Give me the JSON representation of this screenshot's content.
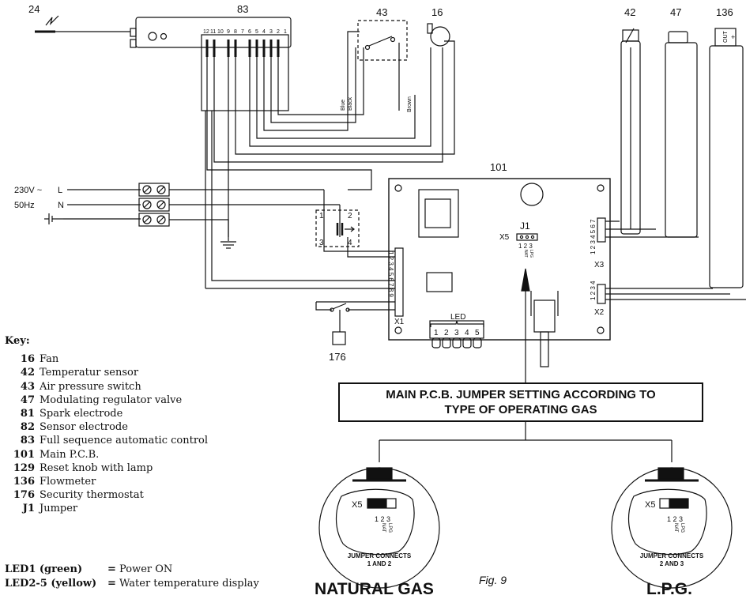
{
  "components": {
    "c24": "24",
    "c83": "83",
    "c43": "43",
    "c16": "16",
    "c42": "42",
    "c47": "47",
    "c136": "136",
    "c101": "101",
    "c176": "176",
    "out": "OUT",
    "plus": "+"
  },
  "terminal_83": [
    "12",
    "11",
    "10",
    "9",
    "8",
    "7",
    "6",
    "5",
    "4",
    "3",
    "2",
    "1"
  ],
  "wires": {
    "blue": "Blue",
    "black": "Black",
    "brown": "Brown"
  },
  "supply": {
    "voltage": "230V ~",
    "freq": "50Hz",
    "l": "L",
    "n": "N"
  },
  "relay": {
    "p1": "1",
    "p2": "2",
    "p3": "3",
    "p4": "4"
  },
  "pcb": {
    "j1": "J1",
    "x5": "X5",
    "x5_pins": "1 2 3",
    "nat": "NAT",
    "lpg": "LPG",
    "x1": "X1",
    "x1_pins": "1 2 3 4 5 6 7 8 9",
    "x2": "X2",
    "x2_pins": "1 2 3 4",
    "x3": "X3",
    "x3_pins": "1 2 3 4 5 6 7",
    "led": "LED",
    "led_nums": [
      "1",
      "2",
      "3",
      "4",
      "5"
    ]
  },
  "jumper_box": {
    "line1": "MAIN P.C.B. JUMPER SETTING ACCORDING TO",
    "line2": "TYPE OF OPERATING GAS"
  },
  "detail_nat": {
    "x5": "X5",
    "pins": "1 2 3",
    "nat": "NAT",
    "lpg": "LPG",
    "line1": "JUMPER CONNECTS",
    "line2": "1 AND 2"
  },
  "detail_lpg": {
    "x5": "X5",
    "pins": "1 2 3",
    "nat": "NAT",
    "lpg": "LPG",
    "line1": "JUMPER CONNECTS",
    "line2": "2 AND 3"
  },
  "gas_labels": {
    "natural": "NATURAL GAS",
    "lpg": "L.P.G."
  },
  "figure": "Fig. 9",
  "key": {
    "title": "Key:",
    "items": [
      {
        "num": "16",
        "text": "Fan"
      },
      {
        "num": "42",
        "text": "Temperatur sensor"
      },
      {
        "num": "43",
        "text": "Air pressure switch"
      },
      {
        "num": "47",
        "text": "Modulating regulator valve"
      },
      {
        "num": "81",
        "text": "Spark electrode"
      },
      {
        "num": "82",
        "text": "Sensor electrode"
      },
      {
        "num": "83",
        "text": "Full sequence automatic control"
      },
      {
        "num": "101",
        "text": "Main P.C.B."
      },
      {
        "num": "129",
        "text": "Reset knob with lamp"
      },
      {
        "num": "136",
        "text": "Flowmeter"
      },
      {
        "num": "176",
        "text": "Security thermostat"
      },
      {
        "num": "J1",
        "text": "Jumper"
      }
    ]
  },
  "leds": [
    {
      "label": "LED1 (green)",
      "eq": "=",
      "text": "Power ON"
    },
    {
      "label": "LED2-5 (yellow)",
      "eq": "=",
      "text": "Water temperature display"
    }
  ]
}
